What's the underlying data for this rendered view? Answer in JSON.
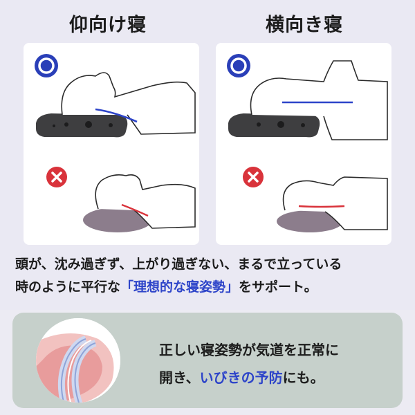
{
  "columns": [
    {
      "title": "仰向け寝"
    },
    {
      "title": "横向き寝"
    }
  ],
  "marks": {
    "good": "○",
    "bad": "✕"
  },
  "description": {
    "line1": "頭が、沈み過ぎず、上がり過ぎない、まるで立っている",
    "line2_pre": "時のように平行な",
    "line2_highlight": "「理想的な寝姿勢」",
    "line2_post": "をサポート。"
  },
  "bottom": {
    "line1": "正しい寝姿勢が気道を正常に",
    "line2_pre": "開き、",
    "line2_highlight": "いびきの予防",
    "line2_post": "にも。"
  },
  "colors": {
    "accent_blue": "#2d44c9",
    "bad_red": "#d9333b",
    "good_ring": "#2a3fb8",
    "pillow_dark": "#3e3e40",
    "pillow_soft": "#8c7d8c"
  }
}
